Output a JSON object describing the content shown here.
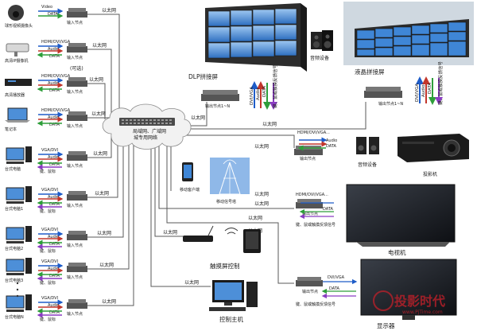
{
  "network": {
    "ethernet_label": "以太网",
    "hub_label": "局域网、广域网\n城专用网络"
  },
  "signals": {
    "video": "Video",
    "data": "DATA",
    "audio": "Audio",
    "hdmi_vga": "HDMI/DVI/VGA",
    "hdmi_vga_short": "HDMI/DVI/VGA...",
    "vga_dvi": "VGA/DVI",
    "dvi_vga": "DVI/VGA",
    "kbm": "键、鼠标",
    "kbm_long": "键、鼠或触摸反馈信号"
  },
  "nodes": {
    "input": "输入节点",
    "output": "输出节点",
    "output_range": "输出节点1~N",
    "optional": "(可选)"
  },
  "sources": [
    {
      "name": "球形视频摄像头"
    },
    {
      "name": "高清IP摄像机"
    },
    {
      "name": "高清播放器"
    },
    {
      "name": "笔记本"
    },
    {
      "name": "台式电脑"
    },
    {
      "name": "台式电脑1"
    },
    {
      "name": "台式电脑2"
    },
    {
      "name": "台式电脑3"
    },
    {
      "name": "台式电脑N"
    }
  ],
  "displays": {
    "dlp_wall": "DLP拼接屏",
    "lcd_wall": "液晶拼接屏",
    "audio_device": "音频设备",
    "projector": "投影机",
    "tv": "电视机",
    "monitor": "显示器",
    "mobile_client": "移动客户端",
    "mobile_signal": "移动信号塔",
    "touch_control": "触摸屏控制",
    "control_host": "控制主机"
  },
  "watermark": {
    "brand": "投影时代",
    "url": "www.PjTime.com"
  },
  "colors": {
    "line": "#5a5a5a",
    "video": "#1e5cc8",
    "data": "#2e9e3a",
    "audio": "#c2362b",
    "kbm": "#8a3cc2",
    "device": "#3b3b3b",
    "wall_blue": "#3f86d6",
    "brand_red": "#c9202a"
  }
}
